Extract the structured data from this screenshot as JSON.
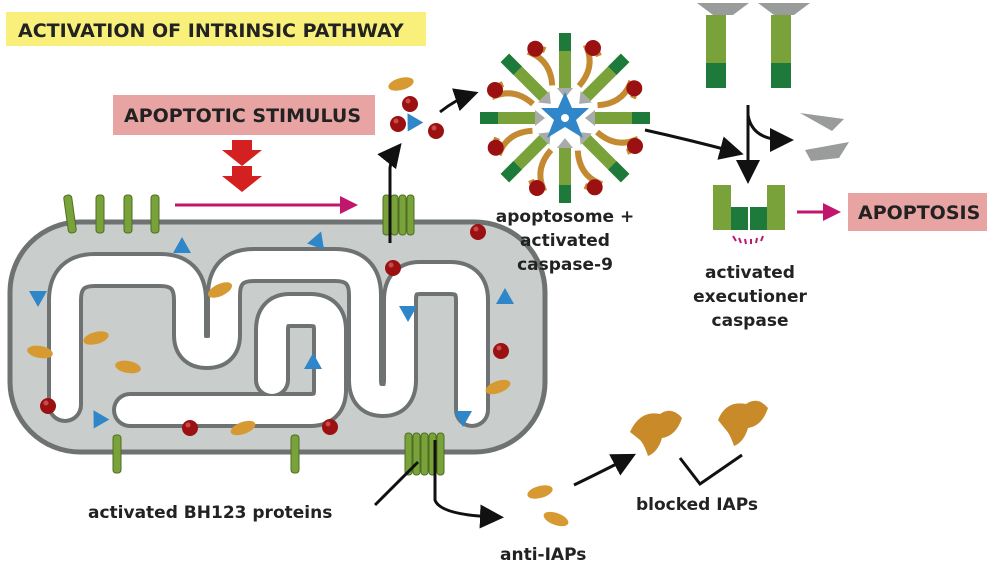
{
  "title": "ACTIVATION OF INTRINSIC PATHWAY",
  "labels": {
    "stimulus": "APOPTOTIC STIMULUS",
    "apoptosome_1": "apoptosome +",
    "apoptosome_2": "activated",
    "apoptosome_3": "caspase-9",
    "executioner_1": "activated",
    "executioner_2": "executioner",
    "executioner_3": "caspase",
    "apoptosis": "APOPTOSIS",
    "bh123": "activated BH123 proteins",
    "anti_iaps": "anti-IAPs",
    "blocked_iaps": "blocked IAPs"
  },
  "colors": {
    "title_bg": "#f8f07a",
    "stimulus_bg": "#e8a3a3",
    "apoptosis_bg": "#e8a3a3",
    "mito_fill": "#c9cdcc",
    "mito_stroke": "#6e7272",
    "green_light": "#7aa23a",
    "green_dark": "#1d7a3a",
    "red": "#9b1111",
    "blue": "#2f86c9",
    "orange": "#d79a32",
    "magenta": "#c0166e"
  }
}
